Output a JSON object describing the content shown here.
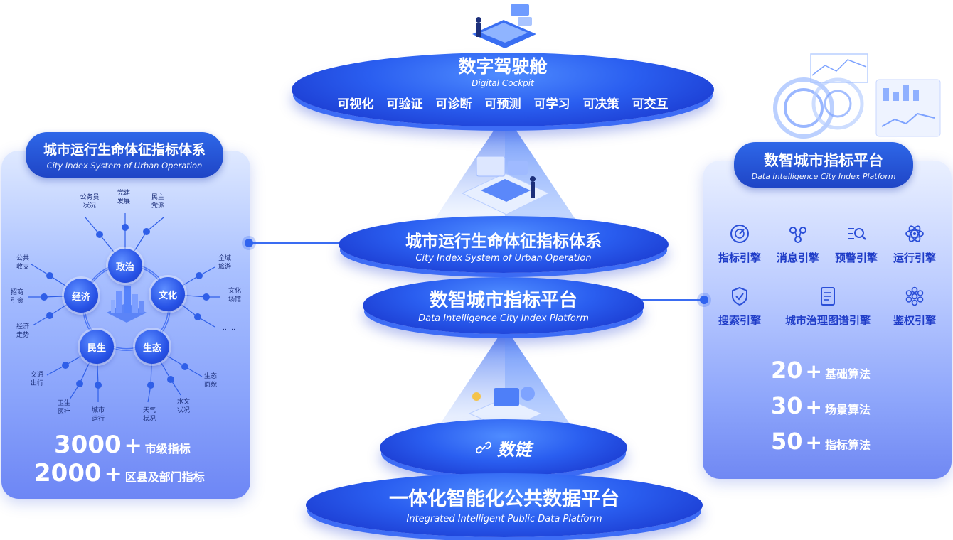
{
  "cockpit": {
    "title": "数字驾驶舱",
    "subtitle": "Digital Cockpit",
    "features": [
      "可视化",
      "可验证",
      "可诊断",
      "可预测",
      "可学习",
      "可决策",
      "可交互"
    ]
  },
  "center": {
    "index_system": {
      "title": "城市运行生命体征指标体系",
      "subtitle": "City Index System of Urban Operation"
    },
    "platform": {
      "title": "数智城市指标平台",
      "subtitle": "Data Intelligence City Index Platform"
    },
    "data_chain": {
      "title": "数链"
    },
    "public_data": {
      "title": "一体化智能化公共数据平台",
      "subtitle": "Integrated Intelligent Public Data Platform"
    }
  },
  "left_panel": {
    "title": "城市运行生命体征指标体系",
    "subtitle": "City Index System of Urban Operation",
    "hubs": [
      "政治",
      "文化",
      "生态",
      "民生",
      "经济"
    ],
    "leaves": {
      "politics": [
        "公务员\n状况",
        "党建\n发展",
        "民主\n党派"
      ],
      "culture": [
        "全域\n旅游",
        "文化\n场馆",
        "……"
      ],
      "ecology": [
        "生态\n面貌",
        "水文\n状况",
        "天气\n状况"
      ],
      "livelihood": [
        "城市\n运行",
        "卫生\n医疗",
        "交通\n出行"
      ],
      "economy": [
        "经济\n走势",
        "招商\n引资",
        "公共\n收支"
      ]
    },
    "stats": [
      {
        "number": "3000",
        "plus": "+",
        "label": "市级指标"
      },
      {
        "number": "2000",
        "plus": "+",
        "label": "区县及部门指标"
      }
    ]
  },
  "right_panel": {
    "title": "数智城市指标平台",
    "subtitle": "Data Intelligence City Index Platform",
    "engines": [
      {
        "label": "指标引擎",
        "icon": "gauge-icon"
      },
      {
        "label": "消息引擎",
        "icon": "network-icon"
      },
      {
        "label": "预警引擎",
        "icon": "search-list-icon"
      },
      {
        "label": "运行引擎",
        "icon": "atom-icon"
      },
      {
        "label": "搜索引擎",
        "icon": "shield-check-icon"
      },
      {
        "label": "城市治理图谱引擎",
        "icon": "document-icon"
      },
      {
        "label": "鉴权引擎",
        "icon": "flower-node-icon"
      }
    ],
    "algorithms": [
      {
        "number": "20",
        "plus": "+",
        "label": "基础算法"
      },
      {
        "number": "30",
        "plus": "+",
        "label": "场景算法"
      },
      {
        "number": "50",
        "plus": "+",
        "label": "指标算法"
      }
    ]
  },
  "colors": {
    "primary": "#2a5ef0",
    "dark_blue": "#1b37c4",
    "panel_light": "#dfe9ff",
    "label_text": "#1c2f7a"
  }
}
